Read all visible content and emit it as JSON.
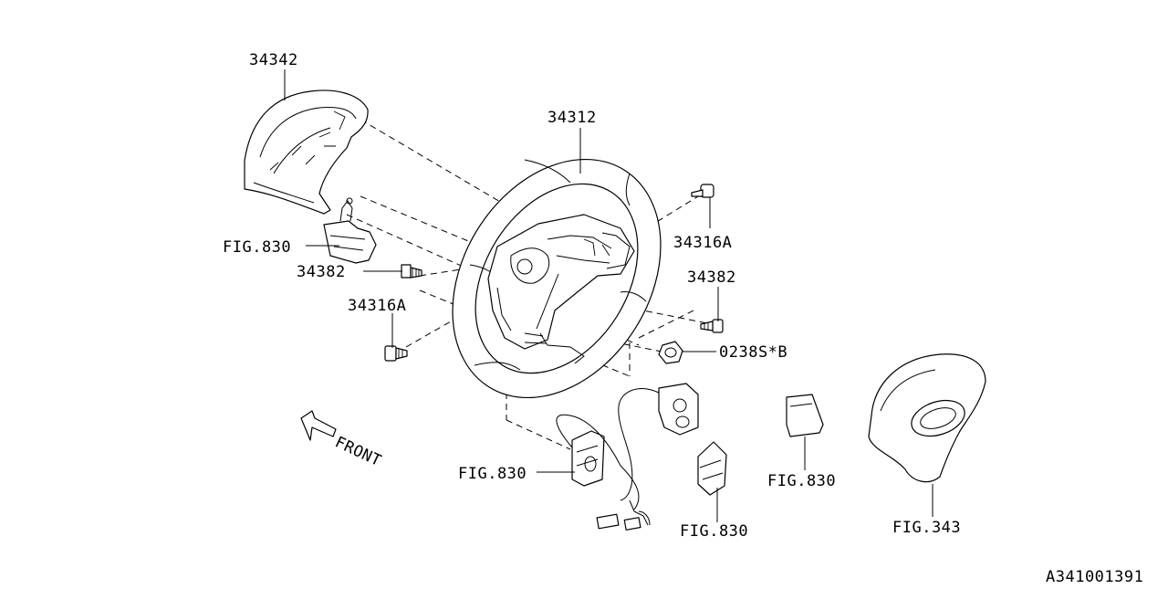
{
  "labels": {
    "cover_upper": "34342",
    "steering_wheel": "34312",
    "bolt_right": "34316A",
    "bolt_left": "34316A",
    "screw_right": "34382",
    "screw_left": "34382",
    "nut": "0238S*B",
    "fig_switch_left": "FIG.830",
    "fig_switch_harness": "FIG.830",
    "fig_bottom_center": "FIG.830",
    "fig_right": "FIG.830",
    "fig_airbag": "FIG.343",
    "front": "FRONT",
    "diagram_code": "A341001391"
  }
}
